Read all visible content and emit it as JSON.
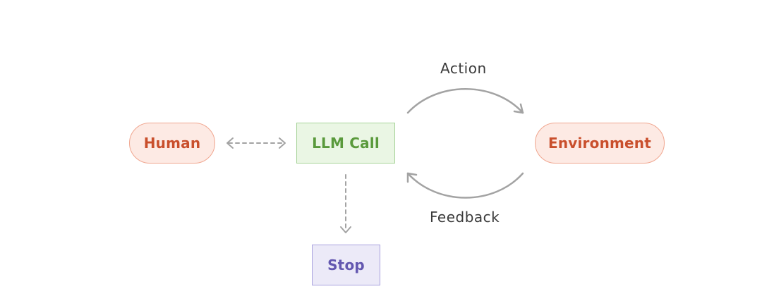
{
  "nodes": {
    "human": "Human",
    "llm_call": "LLM Call",
    "environment": "Environment",
    "stop": "Stop"
  },
  "edges": {
    "action": "Action",
    "feedback": "Feedback"
  },
  "colors": {
    "human_fill": "#fdeae4",
    "human_border": "#f0a68f",
    "human_text": "#c94f2c",
    "llm_fill": "#eaf6e4",
    "llm_border": "#a8d49a",
    "llm_text": "#5a9a3c",
    "stop_fill": "#eceaf8",
    "stop_border": "#a8a1de",
    "stop_text": "#6357b0",
    "arrow": "#a3a3a3"
  }
}
